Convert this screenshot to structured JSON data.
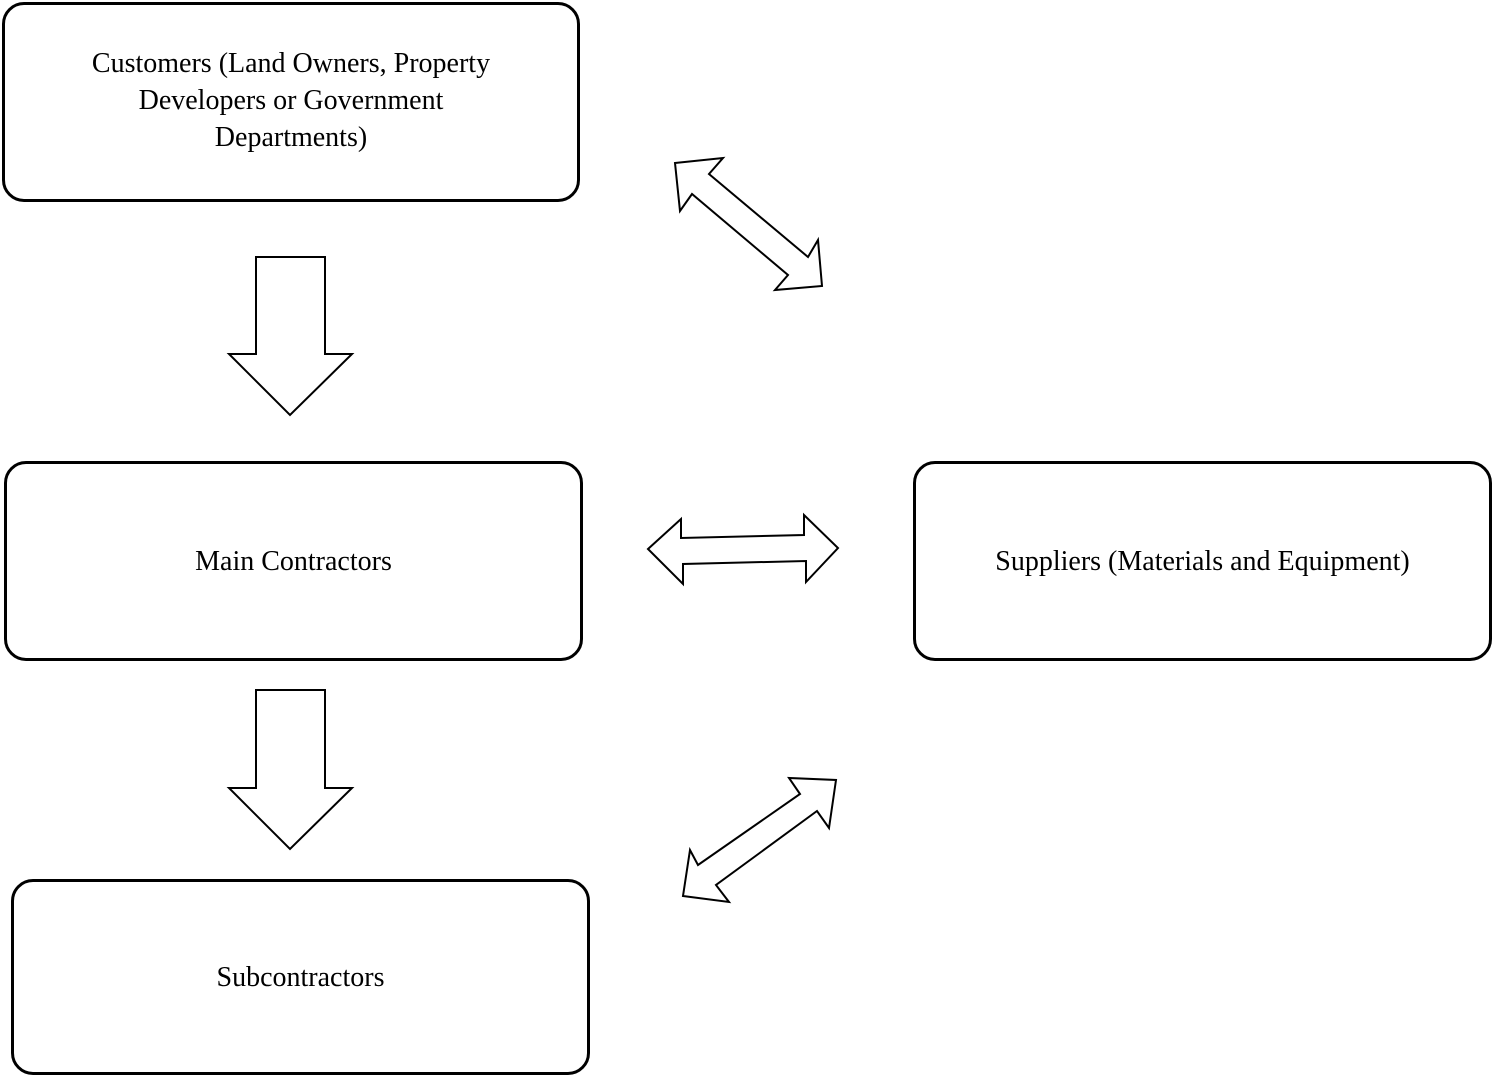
{
  "diagram": {
    "nodes": {
      "customers": {
        "label": "Customers (Land Owners, Property Developers or Government Departments)"
      },
      "main_contractors": {
        "label": "Main Contractors"
      },
      "subcontractors": {
        "label": "Subcontractors"
      },
      "suppliers": {
        "label": "Suppliers (Materials and Equipment)"
      }
    },
    "edges": [
      {
        "from": "customers",
        "to": "main_contractors",
        "type": "one-way"
      },
      {
        "from": "main_contractors",
        "to": "subcontractors",
        "type": "one-way"
      },
      {
        "from": "customers",
        "to": "suppliers",
        "type": "two-way"
      },
      {
        "from": "main_contractors",
        "to": "suppliers",
        "type": "two-way"
      },
      {
        "from": "subcontractors",
        "to": "suppliers",
        "type": "two-way"
      }
    ],
    "colors": {
      "stroke": "#000000",
      "fill": "#ffffff"
    }
  }
}
